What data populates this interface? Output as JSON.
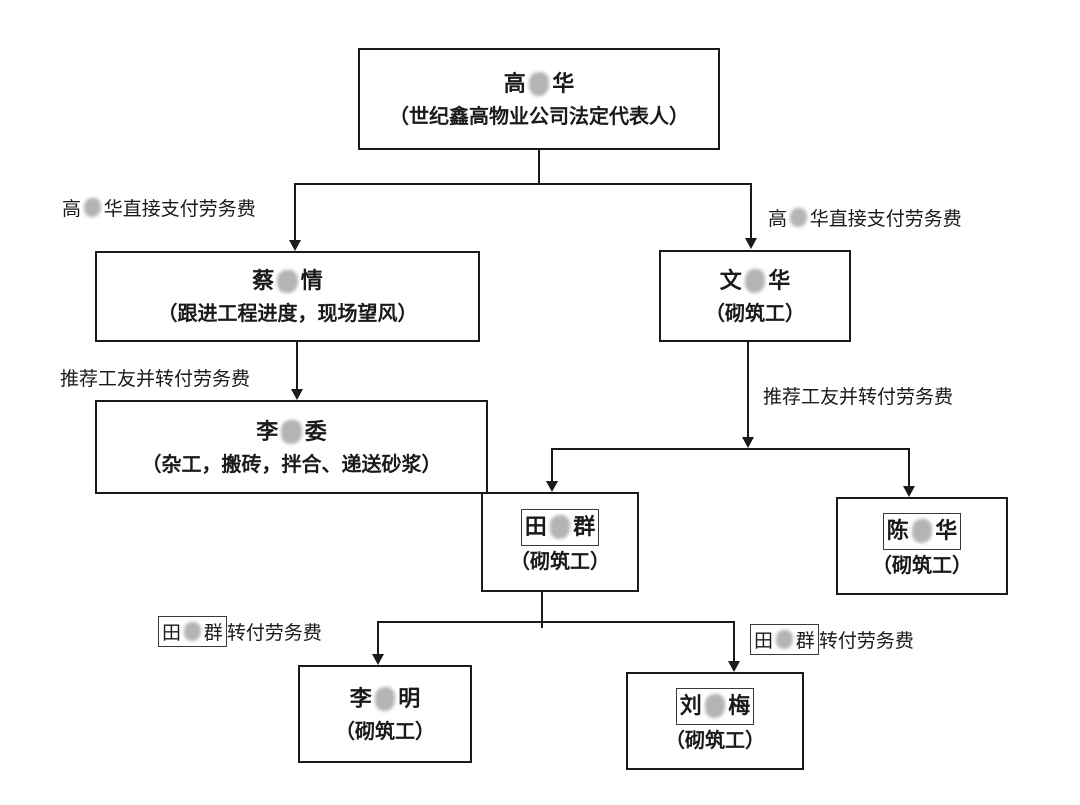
{
  "diagram": {
    "title_hint": "labor-payment relationship flow chart",
    "colors": {
      "line": "#1a1a1a",
      "redaction": "#b4b4b4",
      "background": "#ffffff"
    },
    "nodes": {
      "gao": {
        "name_pre": "高",
        "name_post": "华",
        "sub": "（世纪鑫高物业公司法定代表人）"
      },
      "cai": {
        "name_pre": "蔡",
        "name_post": "情",
        "sub": "（跟进工程进度，现场望风）"
      },
      "wen": {
        "name_pre": "文",
        "name_post": "华",
        "sub": "（砌筑工）"
      },
      "li_wei": {
        "name_pre": "李",
        "name_post": "委",
        "sub": "（杂工，搬砖，拌合、递送砂浆）"
      },
      "tian": {
        "name_pre": "田",
        "name_post": "群",
        "sub": "（砌筑工）"
      },
      "chen": {
        "name_pre": "陈",
        "name_post": "华",
        "sub": "（砌筑工）"
      },
      "li_ming": {
        "name_pre": "李",
        "name_post": "明",
        "sub": "（砌筑工）"
      },
      "liu": {
        "name_pre": "刘",
        "name_post": "梅",
        "sub": "（砌筑工）"
      }
    },
    "edge_labels": {
      "pay_left": {
        "pre": "高",
        "post": "华直接支付劳务费"
      },
      "pay_right": {
        "pre": "高",
        "post": "华直接支付劳务费"
      },
      "recommend_left": "推荐工友并转付劳务费",
      "recommend_right": "推荐工友并转付劳务费",
      "transfer_left": {
        "boxed_pre": "田",
        "boxed_post": "群",
        "rest": "转付劳务费"
      },
      "transfer_right": {
        "boxed_pre": "田",
        "boxed_post": "群",
        "rest": "转付劳务费"
      }
    }
  }
}
